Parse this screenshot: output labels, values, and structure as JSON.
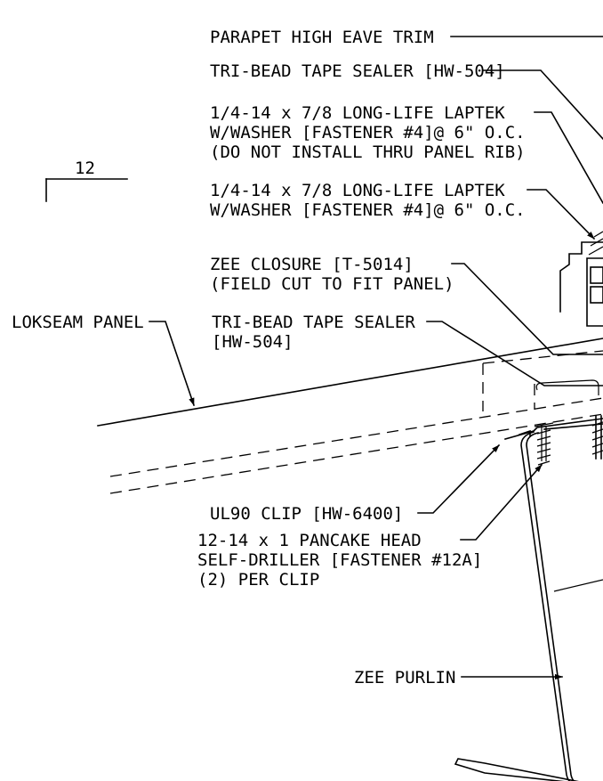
{
  "section_number": "12",
  "callouts": {
    "parapet_trim": [
      "PARAPET HIGH EAVE TRIM"
    ],
    "tape_sealer_top": [
      "TRI-BEAD TAPE SEALER [HW-504]"
    ],
    "fastener_no_rib": [
      "1/4-14 x 7/8 LONG-LIFE LAPTEK",
      "W/WASHER [FASTENER #4]@ 6\" O.C.",
      "(DO NOT INSTALL THRU PANEL RIB)"
    ],
    "fastener_oc": [
      "1/4-14 x 7/8 LONG-LIFE LAPTEK",
      "W/WASHER [FASTENER #4]@ 6\" O.C."
    ],
    "zee_closure": [
      "ZEE CLOSURE [T-5014]",
      "(FIELD CUT TO FIT PANEL)"
    ],
    "tape_sealer_lower": [
      "TRI-BEAD TAPE SEALER",
      "[HW-504]"
    ],
    "lokseam_panel": [
      "LOKSEAM PANEL"
    ],
    "ul90_clip": [
      "UL90 CLIP [HW-6400]"
    ],
    "pancake_fastener": [
      "12-14 x 1 PANCAKE HEAD",
      "SELF-DRILLER [FASTENER #12A]",
      "(2) PER CLIP"
    ],
    "zee_purlin": [
      "ZEE PURLIN"
    ]
  }
}
